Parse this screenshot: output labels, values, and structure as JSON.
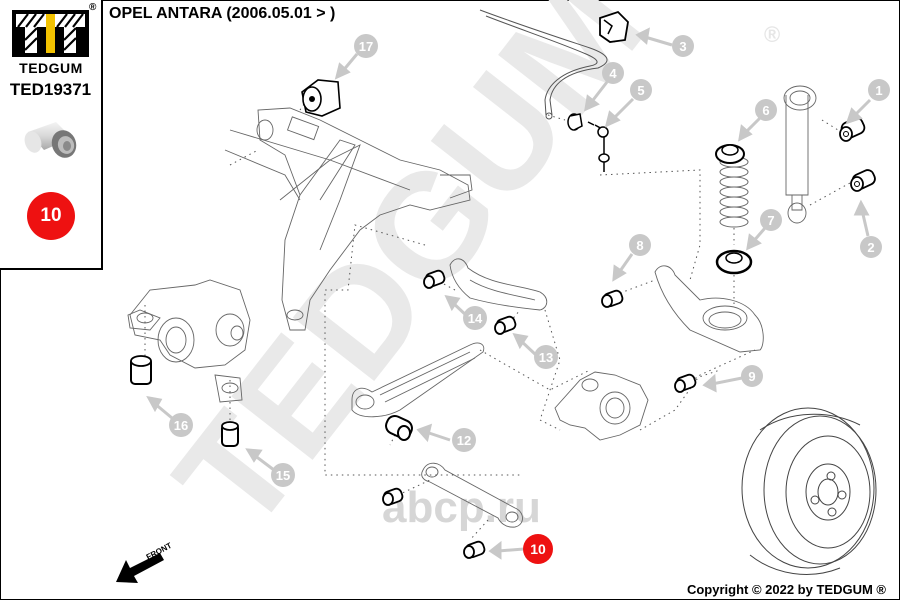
{
  "header": {
    "title": "OPEL ANTARA (2006.05.01 > )"
  },
  "left_panel": {
    "brand": "TEDGUM",
    "registered_mark": "®",
    "part_number": "TED19371",
    "highlight_position": "10",
    "highlight_color": "#ee1111"
  },
  "diagram": {
    "watermark": "TEDGUM",
    "watermark_reg": "®",
    "site_watermark": "abcp.ru",
    "direction_label": "FRONT",
    "callouts": [
      {
        "label": "1",
        "highlighted": false
      },
      {
        "label": "2",
        "highlighted": false
      },
      {
        "label": "3",
        "highlighted": false
      },
      {
        "label": "4",
        "highlighted": false
      },
      {
        "label": "5",
        "highlighted": false
      },
      {
        "label": "6",
        "highlighted": false
      },
      {
        "label": "7",
        "highlighted": false
      },
      {
        "label": "8",
        "highlighted": false
      },
      {
        "label": "9",
        "highlighted": false
      },
      {
        "label": "10",
        "highlighted": true
      },
      {
        "label": "12",
        "highlighted": false
      },
      {
        "label": "13",
        "highlighted": false
      },
      {
        "label": "14",
        "highlighted": false
      },
      {
        "label": "15",
        "highlighted": false
      },
      {
        "label": "16",
        "highlighted": false
      },
      {
        "label": "17",
        "highlighted": false
      }
    ],
    "callout_color": "#c8c8c8",
    "highlight_color": "#ee1111"
  },
  "footer": {
    "copyright": "Copyright © 2022 by TEDGUM ®"
  }
}
